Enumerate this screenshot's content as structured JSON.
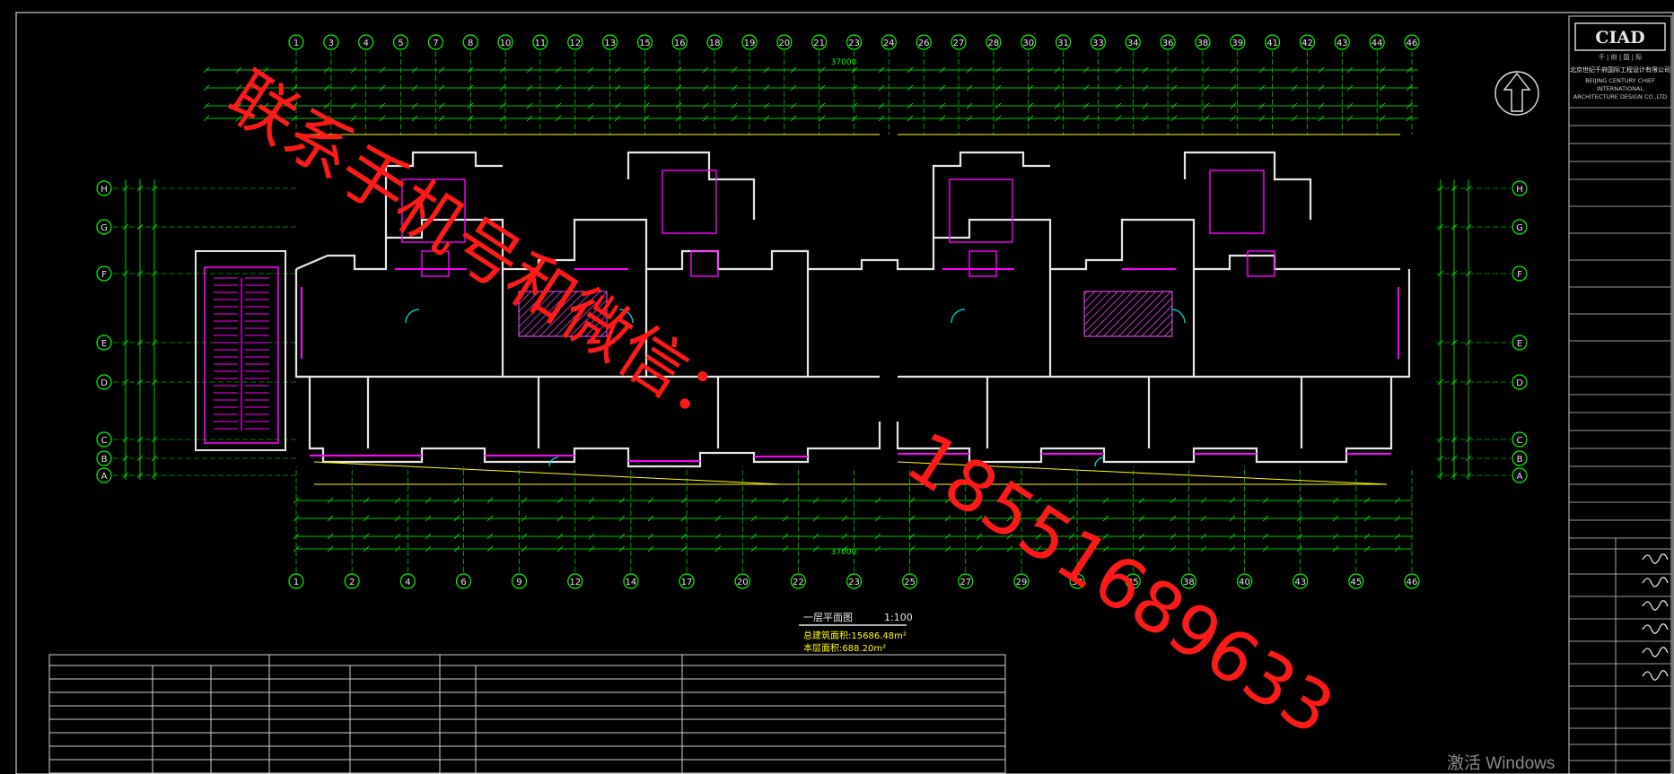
{
  "title_block": {
    "logo": "CIAD",
    "logo_sub": "千 | 府 | 国 | 际",
    "company_cn": "北京世纪千府国际工程设计有限公司",
    "company_en_1": "BEIJING CENTURY CHIEF",
    "company_en_2": "INTERNATIONAL",
    "company_en_3": "ARCHITECTURE DESIGN CO.,LTD"
  },
  "plan": {
    "title": "一层平面图",
    "scale": "1:100",
    "total_area": "总建筑面积:15686.48m²",
    "floor_area": "本层面积:688.20m²",
    "top_dim": "37000",
    "bottom_dim": "37000"
  },
  "axes": {
    "top": [
      "1",
      "3",
      "4",
      "5",
      "7",
      "8",
      "10",
      "11",
      "12",
      "13",
      "15",
      "16",
      "18",
      "19",
      "20",
      "21",
      "23",
      "24",
      "26",
      "27",
      "28",
      "30",
      "31",
      "33",
      "34",
      "36",
      "38",
      "39",
      "41",
      "42",
      "43",
      "44",
      "46"
    ],
    "bottom": [
      "1",
      "2",
      "4",
      "6",
      "9",
      "12",
      "14",
      "17",
      "20",
      "22",
      "23",
      "25",
      "27",
      "29",
      "32",
      "35",
      "38",
      "40",
      "43",
      "45",
      "46"
    ],
    "rows": [
      "H",
      "G",
      "F",
      "E",
      "D",
      "C",
      "B",
      "A"
    ]
  },
  "watermarks": {
    "line1": "联系手机号和微信：",
    "line2": "18551689633"
  },
  "os": {
    "activation": "激活 Windows"
  },
  "colors": {
    "axis": "#00ff00",
    "wall": "#e6e6e6",
    "magenta": "#ff00ff",
    "hatch": "#ff55ff",
    "yellow": "#ffff00",
    "cyan": "#00e5e5",
    "watermark": "#ff1a1a"
  }
}
